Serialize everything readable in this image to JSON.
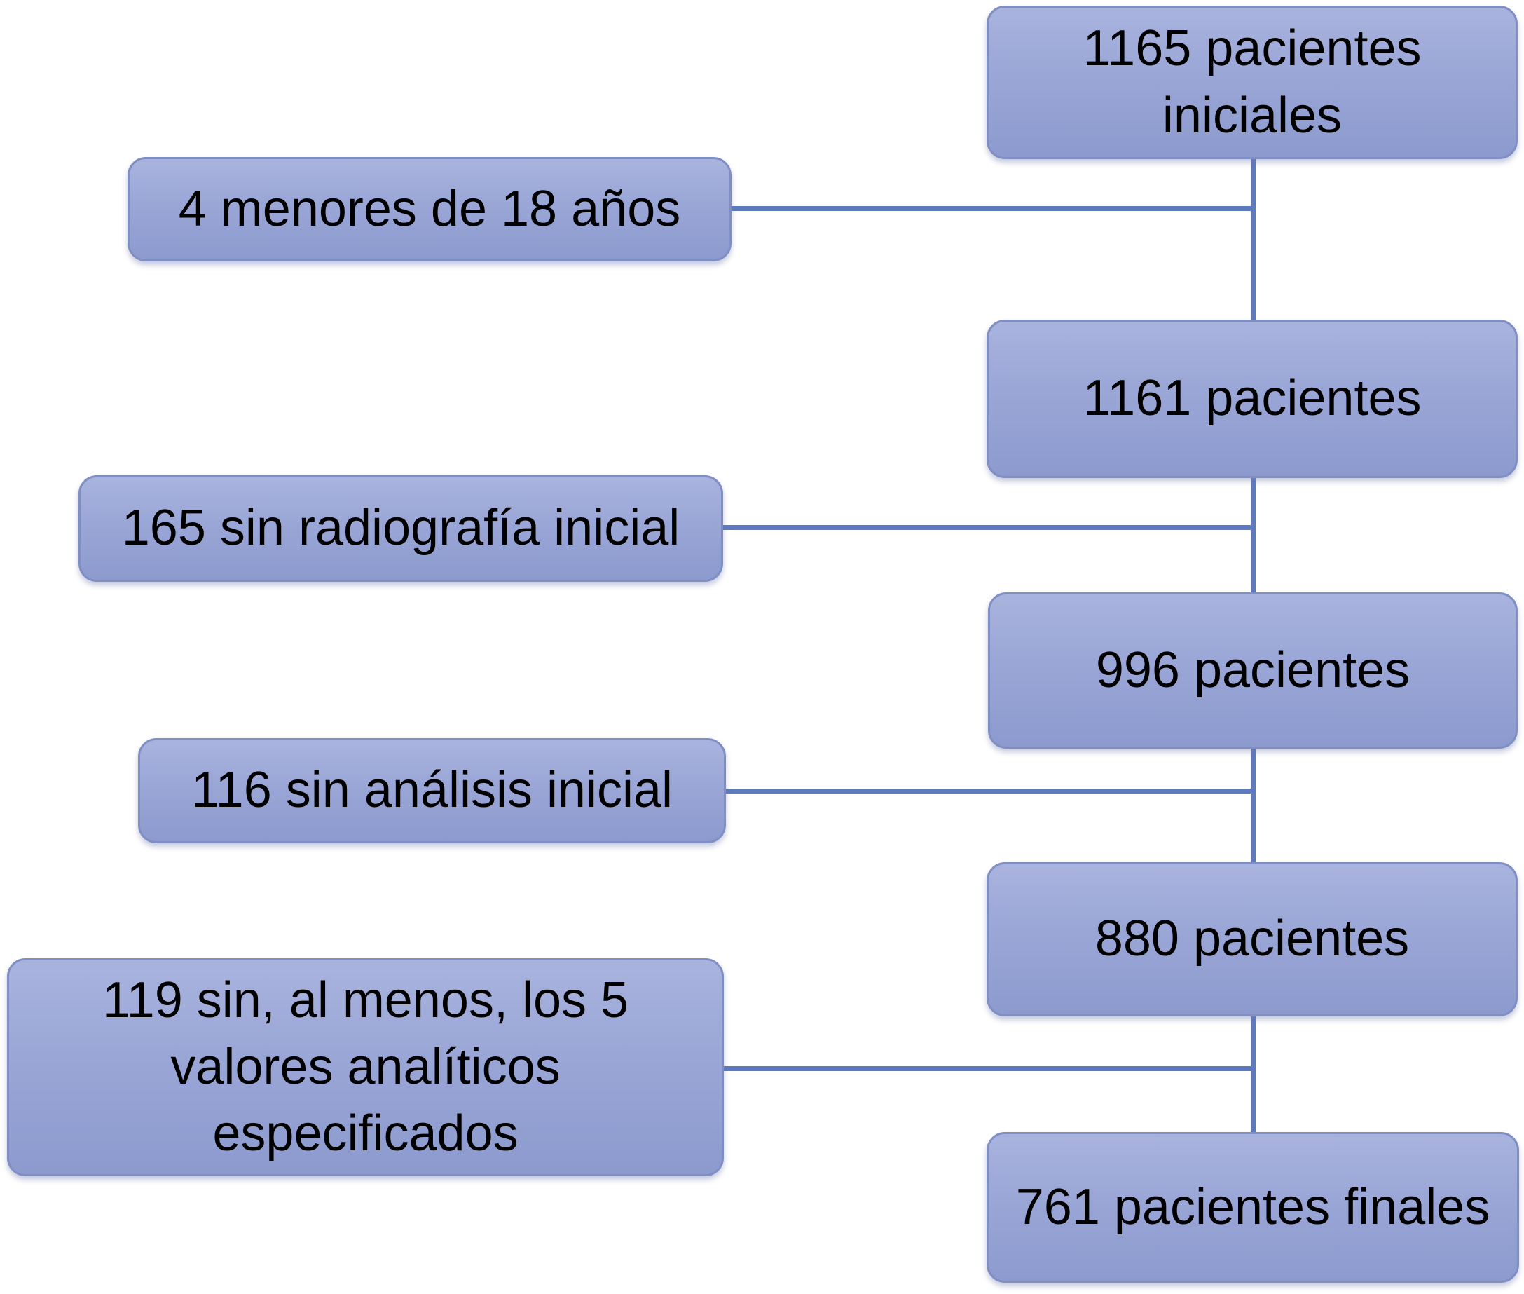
{
  "flowchart": {
    "description": "Patient inclusion flow diagram (Spanish)",
    "main_nodes": [
      {
        "label": "1165 pacientes\niniciales",
        "value": 1165
      },
      {
        "label": "1161 pacientes",
        "value": 1161
      },
      {
        "label": "996 pacientes",
        "value": 996
      },
      {
        "label": "880 pacientes",
        "value": 880
      },
      {
        "label": "761 pacientes finales",
        "value": 761
      }
    ],
    "exclusion_nodes": [
      {
        "label": "4 menores de 18 años",
        "value": 4
      },
      {
        "label": "165 sin radiografía inicial",
        "value": 165
      },
      {
        "label": "116 sin análisis inicial",
        "value": 116
      },
      {
        "label": "119 sin, al menos, los 5\nvalores analíticos\nespecificados",
        "value": 119
      }
    ],
    "edges": [
      {
        "from": "1165 pacientes iniciales",
        "exclusion": "4 menores de 18 años",
        "to": "1161 pacientes"
      },
      {
        "from": "1161 pacientes",
        "exclusion": "165 sin radiografía inicial",
        "to": "996 pacientes"
      },
      {
        "from": "996 pacientes",
        "exclusion": "116 sin análisis inicial",
        "to": "880 pacientes"
      },
      {
        "from": "880 pacientes",
        "exclusion": "119 sin, al menos, los 5 valores analíticos especificados",
        "to": "761 pacientes finales"
      }
    ],
    "colors": {
      "box_fill_top": "#a9b3de",
      "box_fill_bottom": "#8c9ace",
      "box_border": "#7f8ec3",
      "connector": "#5d7abf",
      "text": "#000000",
      "background": "#ffffff"
    }
  }
}
